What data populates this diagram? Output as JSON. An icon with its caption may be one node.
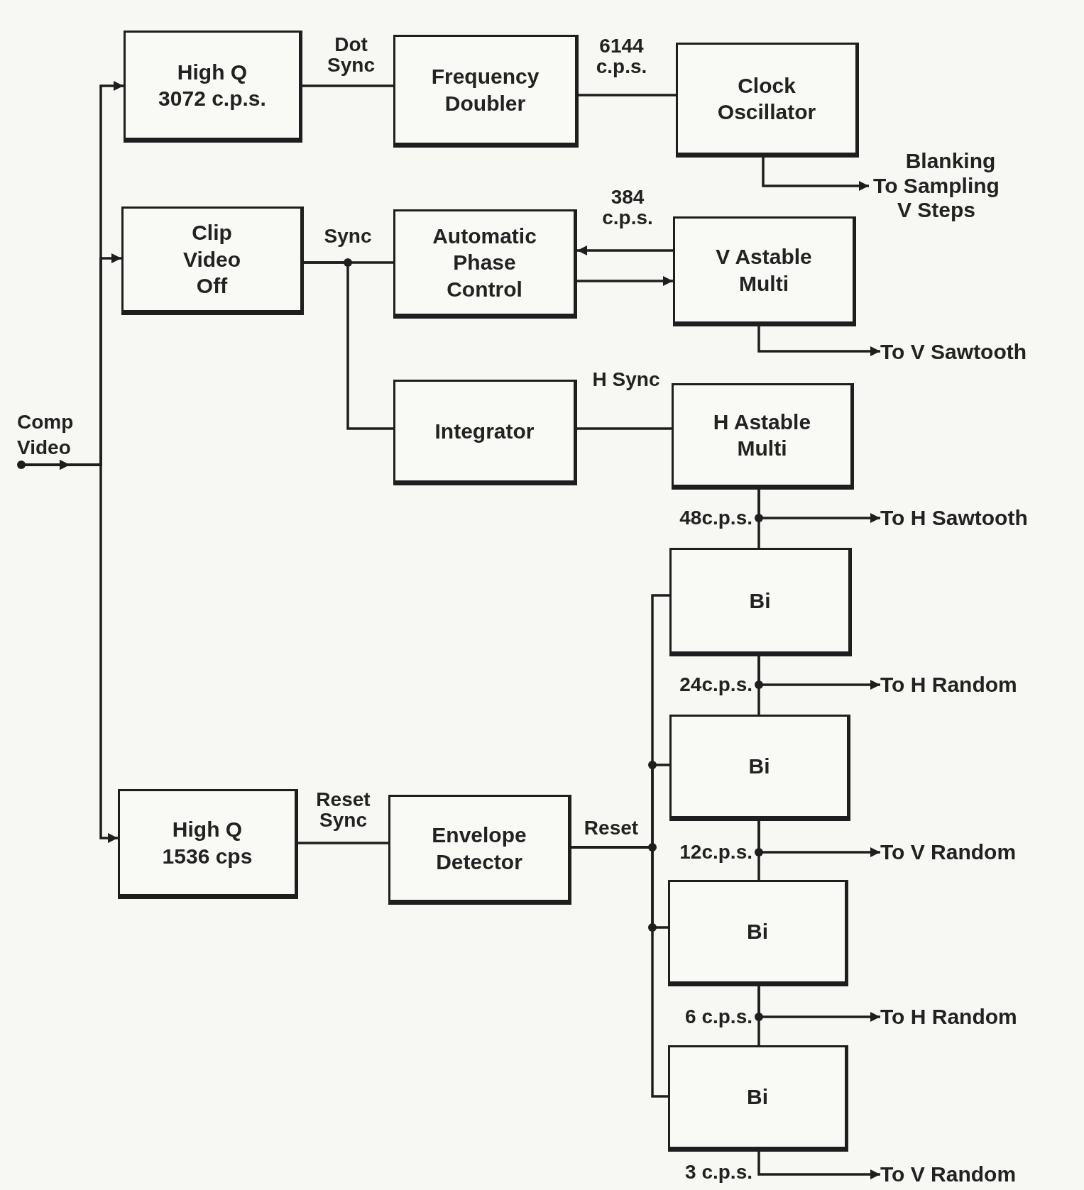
{
  "diagram": {
    "nodes": [
      {
        "text": [
          "High Q 3072 c.p.s."
        ]
      },
      {
        "text": [
          "Frequency Doubler"
        ]
      },
      {
        "text": [
          "Clock Oscillator"
        ]
      },
      {
        "text": [
          "Clip Video Off"
        ]
      },
      {
        "text": [
          "Automatic Phase Control"
        ]
      },
      {
        "text": [
          "V Astable Multi"
        ]
      },
      {
        "text": [
          "Integrator"
        ]
      },
      {
        "text": [
          "H Astable Multi"
        ]
      },
      {
        "text": [
          "High Q 1536 cps"
        ]
      },
      {
        "text": [
          "Envelope Detector"
        ]
      },
      {
        "text": [
          "Bi"
        ]
      },
      {
        "text": [
          "Bi"
        ]
      },
      {
        "text": [
          "Bi"
        ]
      },
      {
        "text": [
          "Bi"
        ]
      },
      {
        "text": [
          "Blanking To Sampling V Steps"
        ]
      },
      {
        "text": [
          "To V Sawtooth"
        ]
      },
      {
        "text": [
          "To H Sawtooth"
        ]
      },
      {
        "text": [
          "To H Random"
        ]
      },
      {
        "text": [
          "To V Random"
        ]
      },
      {
        "text": [
          "To H Random"
        ]
      },
      {
        "text": [
          "To V Random"
        ]
      },
      {
        "text": [
          "Comp Video"
        ]
      }
    ],
    "edges": [
      {
        "from": 21,
        "to": 0,
        "arrow": "to"
      },
      {
        "from": 0,
        "to": 1,
        "arrow": "none",
        "label": "Dot Sync"
      },
      {
        "from": 1,
        "to": 2,
        "arrow": "none",
        "label": "6144 c.p.s."
      },
      {
        "from": 2,
        "to": 14,
        "arrow": "to"
      },
      {
        "from": 21,
        "to": 3,
        "arrow": "to"
      },
      {
        "from": 3,
        "to": 4,
        "arrow": "none",
        "label": "Sync"
      },
      {
        "from": 3,
        "to": 6,
        "arrow": "none"
      },
      {
        "from": 5,
        "to": 4,
        "arrow": "to",
        "label": "384 c.p.s."
      },
      {
        "from": 4,
        "to": 5,
        "arrow": "to"
      },
      {
        "from": 5,
        "to": 15,
        "arrow": "to"
      },
      {
        "from": 6,
        "to": 7,
        "arrow": "none",
        "label": "H Sync"
      },
      {
        "from": 21,
        "to": 8,
        "arrow": "to"
      },
      {
        "from": 8,
        "to": 9,
        "arrow": "none",
        "label": "Reset Sync"
      },
      {
        "from": 7,
        "to": 10,
        "arrow": "none"
      },
      {
        "from": 7,
        "to": 16,
        "arrow": "to"
      },
      {
        "from": 10,
        "to": 11,
        "arrow": "none"
      },
      {
        "from": 10,
        "to": 17,
        "arrow": "to"
      },
      {
        "from": 11,
        "to": 12,
        "arrow": "none"
      },
      {
        "from": 11,
        "to": 18,
        "arrow": "to"
      },
      {
        "from": 12,
        "to": 13,
        "arrow": "none"
      },
      {
        "from": 12,
        "to": 19,
        "arrow": "to"
      },
      {
        "from": 13,
        "to": 20,
        "arrow": "to"
      },
      {
        "from": 9,
        "to": 10,
        "arrow": "none",
        "label": "Reset"
      },
      {
        "from": 9,
        "to": 11,
        "arrow": "none"
      },
      {
        "from": 9,
        "to": 12,
        "arrow": "none"
      },
      {
        "from": 9,
        "to": 13,
        "arrow": "none"
      }
    ],
    "labels": [
      "48c.p.s.",
      "24c.p.s.",
      "12c.p.s.",
      "6 c.p.s.",
      "3 c.p.s."
    ]
  }
}
